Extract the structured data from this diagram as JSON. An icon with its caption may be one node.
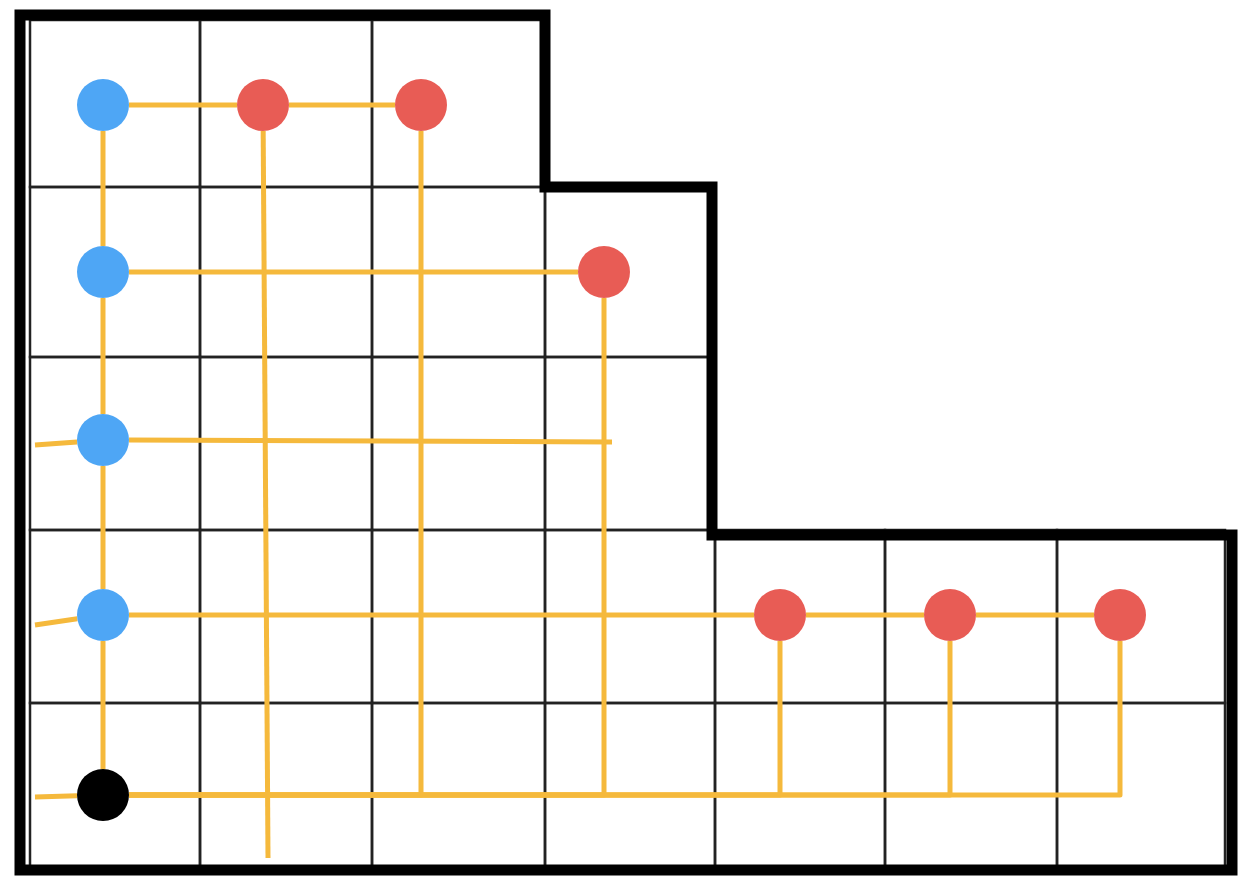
{
  "diagram": {
    "nodes": [
      {
        "text": [],
        "shape": "circle"
      },
      {
        "text": [],
        "shape": "circle"
      },
      {
        "text": [],
        "shape": "circle"
      },
      {
        "text": [],
        "shape": "circle"
      },
      {
        "text": [],
        "shape": "circle"
      },
      {
        "text": [],
        "shape": "circle"
      },
      {
        "text": [],
        "shape": "circle"
      },
      {
        "text": [],
        "shape": "circle"
      },
      {
        "text": [],
        "shape": "circle"
      },
      {
        "text": [],
        "shape": "circle"
      },
      {
        "text": [],
        "shape": "circle"
      }
    ],
    "edges": [
      {
        "from": 0,
        "to": 4,
        "arrow": "none"
      },
      {
        "from": 4,
        "to": 5,
        "arrow": "none"
      },
      {
        "from": 0,
        "to": 1,
        "arrow": "none"
      },
      {
        "from": 1,
        "to": 2,
        "arrow": "none"
      },
      {
        "from": 2,
        "to": 3,
        "arrow": "none"
      },
      {
        "from": 3,
        "to": 10,
        "arrow": "none"
      },
      {
        "from": 1,
        "to": 6,
        "arrow": "none"
      },
      {
        "from": null,
        "to": 2,
        "arrow": "none"
      },
      {
        "from": 2,
        "to": null,
        "arrow": "none"
      },
      {
        "from": null,
        "to": 3,
        "arrow": "none"
      },
      {
        "from": 3,
        "to": 7,
        "arrow": "none"
      },
      {
        "from": 7,
        "to": 8,
        "arrow": "none"
      },
      {
        "from": 8,
        "to": 9,
        "arrow": "none"
      },
      {
        "from": null,
        "to": 10,
        "arrow": "none"
      },
      {
        "from": 4,
        "to": null,
        "arrow": "none"
      },
      {
        "from": 5,
        "to": 10,
        "arrow": "none"
      },
      {
        "from": 6,
        "to": 10,
        "arrow": "none"
      },
      {
        "from": 7,
        "to": 10,
        "arrow": "none"
      },
      {
        "from": 8,
        "to": 10,
        "arrow": "none"
      },
      {
        "from": 9,
        "to": 10,
        "arrow": "none"
      }
    ]
  }
}
